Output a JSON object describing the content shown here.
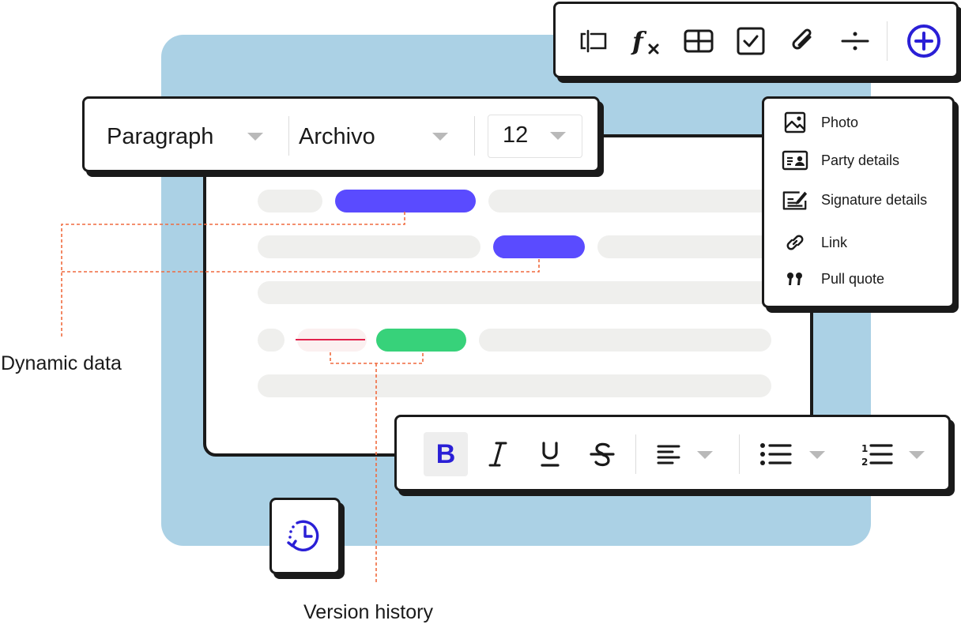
{
  "format_toolbar": {
    "style_value": "Paragraph",
    "font_value": "Archivo",
    "size_value": "12"
  },
  "insert_toolbar": {
    "icons": [
      "text-field-icon",
      "formula-icon",
      "table-icon",
      "checkbox-icon",
      "attachment-icon",
      "divider-icon",
      "add-circle-icon"
    ],
    "accent_color": "#2a1fd6"
  },
  "insert_menu": {
    "items": [
      {
        "label": "Photo",
        "icon": "photo-icon"
      },
      {
        "label": "Party details",
        "icon": "party-details-icon"
      },
      {
        "label": "Signature details",
        "icon": "signature-details-icon"
      },
      {
        "label": "Link",
        "icon": "link-icon"
      },
      {
        "label": "Pull quote",
        "icon": "pull-quote-icon"
      }
    ]
  },
  "text_toolbar": {
    "bold_label": "B",
    "buttons": [
      "bold-icon",
      "italic-icon",
      "underline-icon",
      "strikethrough-icon",
      "align-left-icon",
      "bullet-list-icon",
      "numbered-list-icon"
    ],
    "active_button": "bold"
  },
  "version_history_button": {
    "icon": "version-history-icon"
  },
  "callouts": {
    "dynamic_data": "Dynamic data",
    "version_history": "Version history"
  },
  "colors": {
    "backdrop": "#abd1e5",
    "dynamic_field": "#5a4bff",
    "inserted_text": "#37d27a",
    "deleted_text": "#e2224c",
    "callout_line": "#f06a3e"
  }
}
